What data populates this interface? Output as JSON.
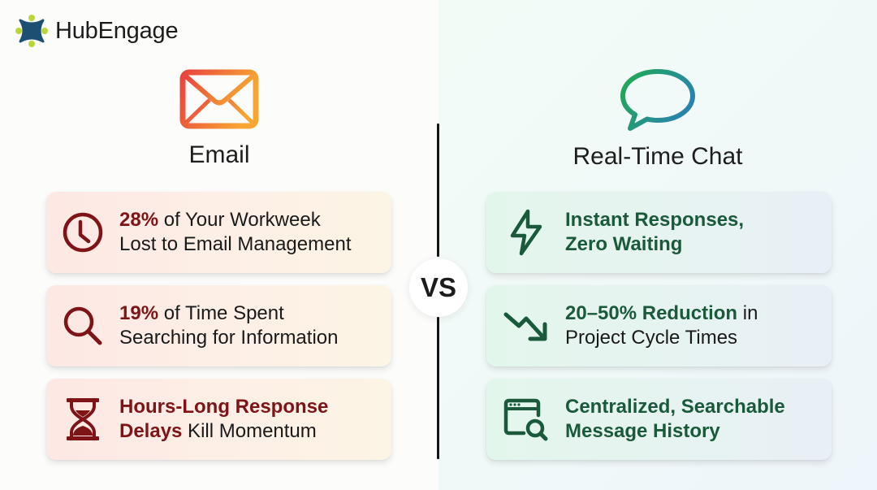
{
  "brand": {
    "name": "HubEngage",
    "logo_colors": {
      "primary": "#1d4f73",
      "accent": "#b8d63a"
    }
  },
  "left_column": {
    "title": "Email",
    "icon": "envelope-icon",
    "icon_gradient": [
      "#e8433f",
      "#f7a632"
    ],
    "accent_color": "#7e1416",
    "cards": [
      {
        "icon": "clock-icon",
        "highlight": "28%",
        "text_rest_line1": " of Your Workweek",
        "text_line2": "Lost to Email Management"
      },
      {
        "icon": "search-icon",
        "highlight": "19%",
        "text_rest_line1": " of Time Spent",
        "text_line2": "Searching for Information"
      },
      {
        "icon": "hourglass-icon",
        "highlight_line1": "Hours-Long Response",
        "highlight_line2": "Delays",
        "text_rest_line2": " Kill Momentum"
      }
    ]
  },
  "divider": {
    "label": "VS"
  },
  "right_column": {
    "title": "Real-Time Chat",
    "icon": "chat-bubble-icon",
    "icon_gradient": [
      "#21a65a",
      "#2a7fb8"
    ],
    "accent_color": "#1a5a3a",
    "cards": [
      {
        "icon": "lightning-icon",
        "highlight_line1": "Instant Responses,",
        "highlight_line2": "Zero Waiting"
      },
      {
        "icon": "trend-down-icon",
        "highlight": "20–50% Reduction",
        "text_rest_line1": " in",
        "text_line2": "Project Cycle Times"
      },
      {
        "icon": "browser-search-icon",
        "highlight_line1": "Centralized, Searchable",
        "highlight_line2": "Message History"
      }
    ]
  }
}
